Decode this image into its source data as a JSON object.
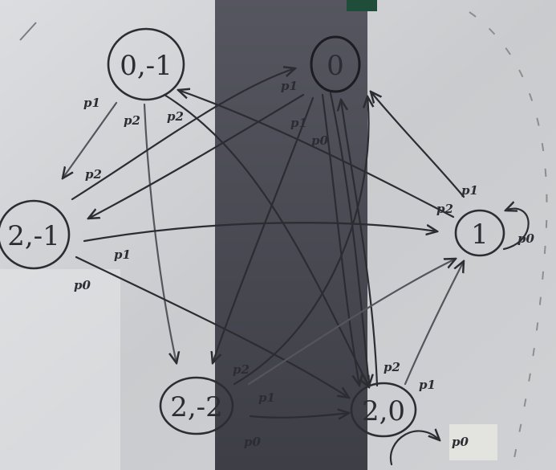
{
  "colors": {
    "board": "#d2d4d6",
    "shadow_band": "#4a4b54",
    "ink": "#2c2c33",
    "ink_light": "#62636b",
    "marker_cap": "#1f4d3a"
  },
  "nodes": [
    {
      "id": "n0m1",
      "label": "0,-1"
    },
    {
      "id": "n0",
      "label": "0"
    },
    {
      "id": "n2m1",
      "label": "2,-1"
    },
    {
      "id": "n1",
      "label": "1"
    },
    {
      "id": "n2m2",
      "label": "2,-2"
    },
    {
      "id": "n20",
      "label": "2,0"
    }
  ],
  "edge_labels": [
    {
      "id": "e1",
      "text": "p1"
    },
    {
      "id": "e2",
      "text": "p2"
    },
    {
      "id": "e3",
      "text": "p2"
    },
    {
      "id": "e4",
      "text": "p2"
    },
    {
      "id": "e5",
      "text": "p1"
    },
    {
      "id": "e6",
      "text": "p1"
    },
    {
      "id": "e7",
      "text": "p0"
    },
    {
      "id": "e8",
      "text": "p1"
    },
    {
      "id": "e9",
      "text": "p2"
    },
    {
      "id": "e10",
      "text": "p0"
    },
    {
      "id": "e11",
      "text": "p2"
    },
    {
      "id": "e12",
      "text": "p1"
    },
    {
      "id": "e13",
      "text": "p0"
    },
    {
      "id": "e14",
      "text": "p2"
    },
    {
      "id": "e15",
      "text": "p1"
    },
    {
      "id": "e16",
      "text": "p1"
    },
    {
      "id": "e17",
      "text": "p0"
    },
    {
      "id": "e18",
      "text": "p0"
    }
  ]
}
